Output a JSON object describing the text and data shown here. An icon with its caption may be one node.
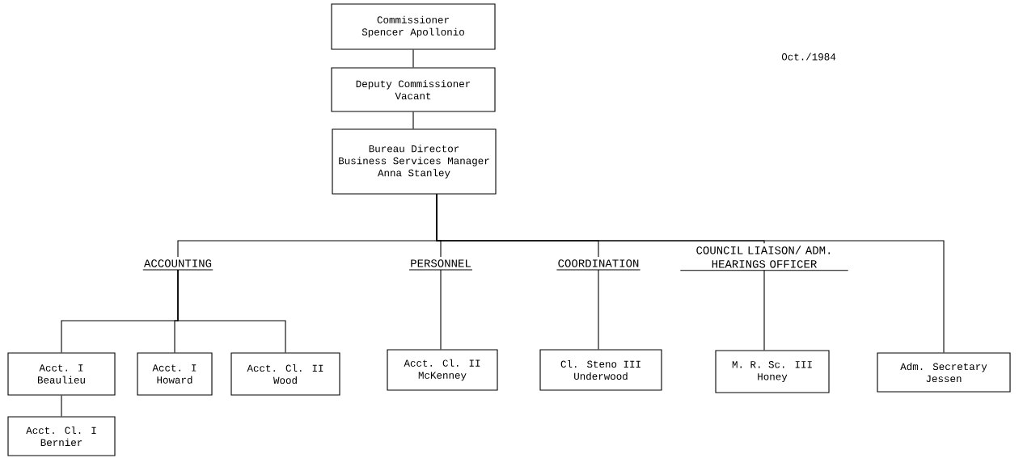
{
  "diagram": {
    "nodes": [
      {
        "text": [
          "Commissioner",
          "Spencer Apollonio"
        ]
      },
      {
        "text": [
          "Deputy Commissioner",
          "Vacant"
        ]
      },
      {
        "text": [
          "Bureau Director",
          "Business Services Manager",
          "Anna Stanley"
        ]
      },
      {
        "text": [
          "ACCOUNTING"
        ]
      },
      {
        "text": [
          "PERSONNEL"
        ]
      },
      {
        "text": [
          "COORDINATION"
        ]
      },
      {
        "text": [
          "COUNCIL LIAISON/ ADM. HEARINGS OFFICER"
        ]
      },
      {
        "text": [
          "Acct. I",
          "Beaulieu"
        ]
      },
      {
        "text": [
          "Acct. I",
          "Howard"
        ]
      },
      {
        "text": [
          "Acct. Cl. II",
          "Wood"
        ]
      },
      {
        "text": [
          "Acct. Cl. I",
          "Bernier"
        ]
      },
      {
        "text": [
          "Acct. Cl. II",
          "McKenney"
        ]
      },
      {
        "text": [
          "Cl. Steno III",
          "Underwood"
        ]
      },
      {
        "text": [
          "M. R. Sc. III",
          "Honey"
        ]
      },
      {
        "text": [
          "Adm. Secretary",
          "Jessen"
        ]
      }
    ],
    "edges": [
      {
        "from": 0,
        "to": 1,
        "arrow": "none"
      },
      {
        "from": 1,
        "to": 2,
        "arrow": "none"
      },
      {
        "from": 2,
        "to": 3,
        "arrow": "none"
      },
      {
        "from": 2,
        "to": 4,
        "arrow": "none"
      },
      {
        "from": 2,
        "to": 5,
        "arrow": "none"
      },
      {
        "from": 2,
        "to": 6,
        "arrow": "none"
      },
      {
        "from": 2,
        "to": 14,
        "arrow": "none"
      },
      {
        "from": 3,
        "to": 7,
        "arrow": "none"
      },
      {
        "from": 3,
        "to": 8,
        "arrow": "none"
      },
      {
        "from": 3,
        "to": 9,
        "arrow": "none"
      },
      {
        "from": 7,
        "to": 10,
        "arrow": "none"
      },
      {
        "from": 4,
        "to": 11,
        "arrow": "none"
      },
      {
        "from": 5,
        "to": 12,
        "arrow": "none"
      },
      {
        "from": 6,
        "to": 13,
        "arrow": "none"
      }
    ],
    "labels": [
      "Oct./1984"
    ]
  }
}
